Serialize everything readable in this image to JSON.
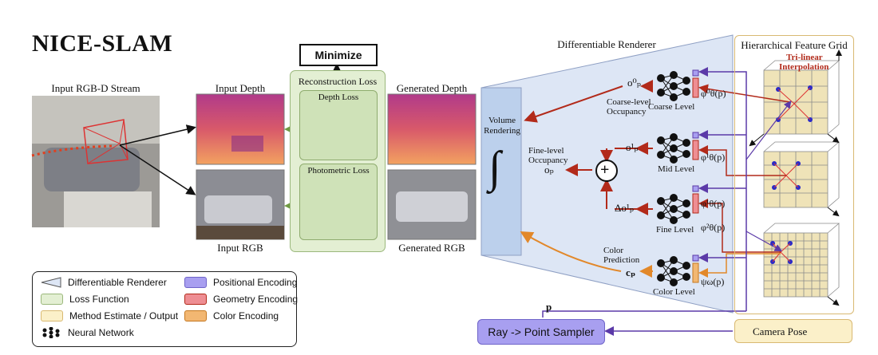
{
  "title": "NICE-SLAM",
  "minimize_label": "Minimize",
  "captions": {
    "input_stream": "Input RGB-D Stream",
    "input_depth": "Input Depth",
    "input_rgb": "Input RGB",
    "generated_depth": "Generated Depth",
    "generated_rgb": "Generated RGB",
    "renderer": "Differentiable Renderer",
    "feature_grid": "Hierarchical Feature Grid",
    "trilinear_1": "Tri-linear",
    "trilinear_2": "Interpolation"
  },
  "loss": {
    "title": "Reconstruction Loss",
    "depth": "Depth Loss",
    "photometric": "Photometric Loss"
  },
  "renderer": {
    "volume_1": "Volume",
    "volume_2": "Rendering",
    "integral": "∫",
    "coarse_occ_1": "Coarse-level",
    "coarse_occ_2": "Occupancy",
    "fine_occ_1": "Fine-level",
    "fine_occ_2": "Occupancy",
    "color_pred_1": "Color",
    "color_pred_2": "Prediction",
    "plus": "+"
  },
  "math": {
    "o_p0": "o⁰ₚ",
    "o_p1": "o¹ₚ",
    "o_p": "oₚ",
    "delta_o_p1": "Δo¹ₚ",
    "c_p": "cₚ",
    "phi0": "φ⁰θ(p)",
    "phi1": "φ¹θ(p)",
    "phi1b": "φ¹θ(p)",
    "phi2": "φ²θ(p)",
    "psi": "ψω(p)",
    "p": "p"
  },
  "levels": {
    "coarse": "Coarse Level",
    "mid": "Mid Level",
    "fine": "Fine Level",
    "color": "Color Level"
  },
  "sampler_label": "Ray -> Point Sampler",
  "camera_pose_label": "Camera Pose",
  "legend": [
    {
      "label": "Differentiable Renderer",
      "kind": "renderer"
    },
    {
      "label": "Loss Function",
      "kind": "loss"
    },
    {
      "label": "Method Estimate / Output",
      "kind": "method"
    },
    {
      "label": "Neural Network",
      "kind": "network"
    },
    {
      "label": "Positional Encoding",
      "kind": "positional"
    },
    {
      "label": "Geometry Encoding",
      "kind": "geometry"
    },
    {
      "label": "Color Encoding",
      "kind": "color"
    }
  ],
  "colors": {
    "renderer": "#dde6f5",
    "loss": "#e3efd3",
    "method": "#fbf0c9",
    "positional": "#a89ff0",
    "geometry": "#ee8e93",
    "color_enc": "#f2b772",
    "arrow_red": "#b22a1a",
    "arrow_green": "#6f9a43",
    "arrow_orange": "#e2882a",
    "arrow_purple": "#5b3aa8"
  }
}
